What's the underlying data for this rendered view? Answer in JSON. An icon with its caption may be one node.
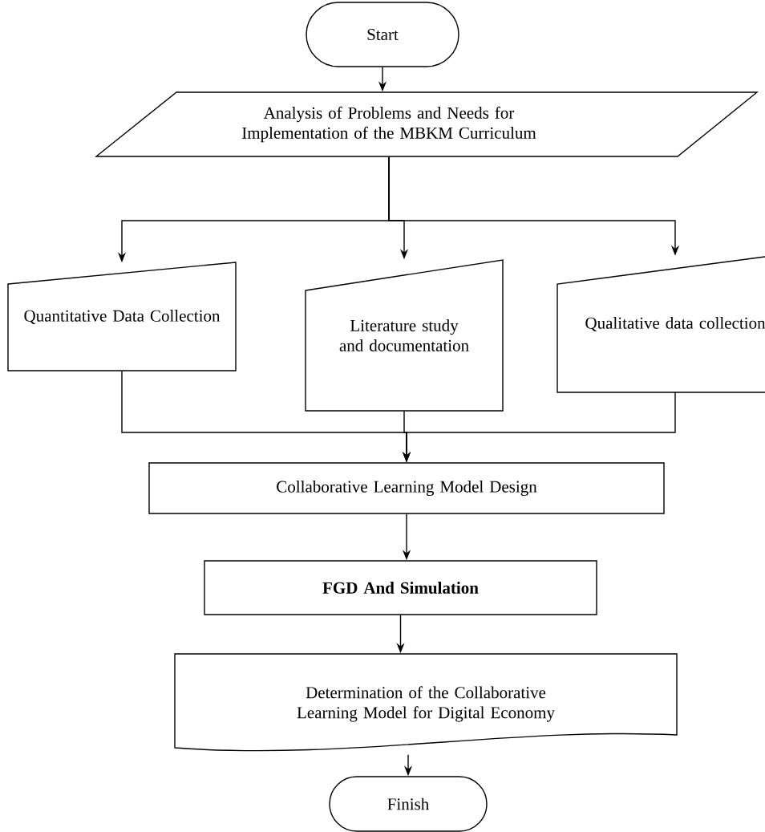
{
  "diagram": {
    "nodes": [
      {
        "text": [
          "Start"
        ]
      },
      {
        "text": [
          "Analysis of Problems and Needs for Implementation of the MBKM Curriculum"
        ]
      },
      {
        "text": [
          "Quantitative Data Collection"
        ]
      },
      {
        "text": [
          "Literature study and documentation"
        ]
      },
      {
        "text": [
          "Qualitative data collection"
        ]
      },
      {
        "text": [
          "Collaborative Learning Model Design"
        ]
      },
      {
        "text": [
          "FGD And Simulation"
        ]
      },
      {
        "text": [
          "Determination of the Collaborative Learning Model for Digital Economy"
        ]
      },
      {
        "text": [
          "Finish"
        ]
      }
    ],
    "edges": [
      {
        "from": 0,
        "to": 1,
        "arrow": "to"
      },
      {
        "from": 1,
        "to": 2,
        "arrow": "to"
      },
      {
        "from": 1,
        "to": 3,
        "arrow": "to"
      },
      {
        "from": 1,
        "to": 4,
        "arrow": "to"
      },
      {
        "from": 2,
        "to": 5,
        "arrow": "to"
      },
      {
        "from": 3,
        "to": 5,
        "arrow": "to"
      },
      {
        "from": 4,
        "to": 5,
        "arrow": "to"
      },
      {
        "from": 5,
        "to": 6,
        "arrow": "to"
      },
      {
        "from": 6,
        "to": 7,
        "arrow": "to"
      },
      {
        "from": 7,
        "to": 8,
        "arrow": "to"
      }
    ]
  }
}
